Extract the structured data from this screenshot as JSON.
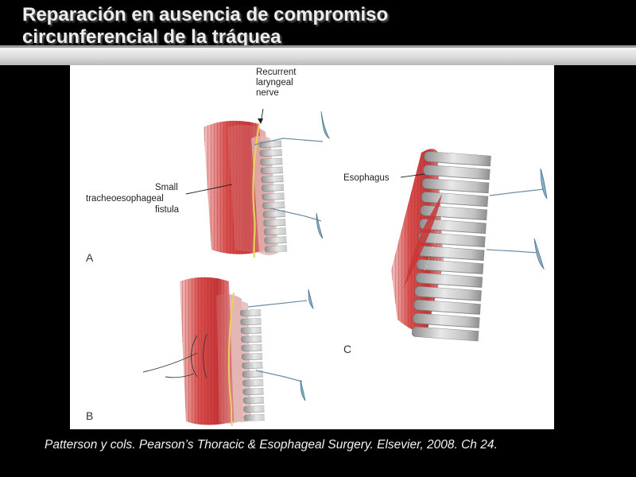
{
  "title": {
    "line1": "Reparación en ausencia de compromiso",
    "line2": "circunferencial de la tráquea"
  },
  "figure": {
    "labels": {
      "nerve_line1": "Recurrent",
      "nerve_line2": "laryngeal",
      "nerve_line3": "nerve",
      "fistula_line1": "Small",
      "fistula_line2": "tracheoesophageal",
      "fistula_line3": "fistula",
      "esophagus": "Esophagus"
    },
    "panels": {
      "a": "A",
      "b": "B",
      "c": "C"
    }
  },
  "caption": "Patterson y cols. Pearson’s Thoracic & Esophageal Surgery. Elsevier, 2008. Ch 24.",
  "colors": {
    "background": "#000000",
    "muscle_red": "#c8383a",
    "trachea_gray": "#b8b8b8",
    "nerve_yellow": "#e8d86a"
  }
}
